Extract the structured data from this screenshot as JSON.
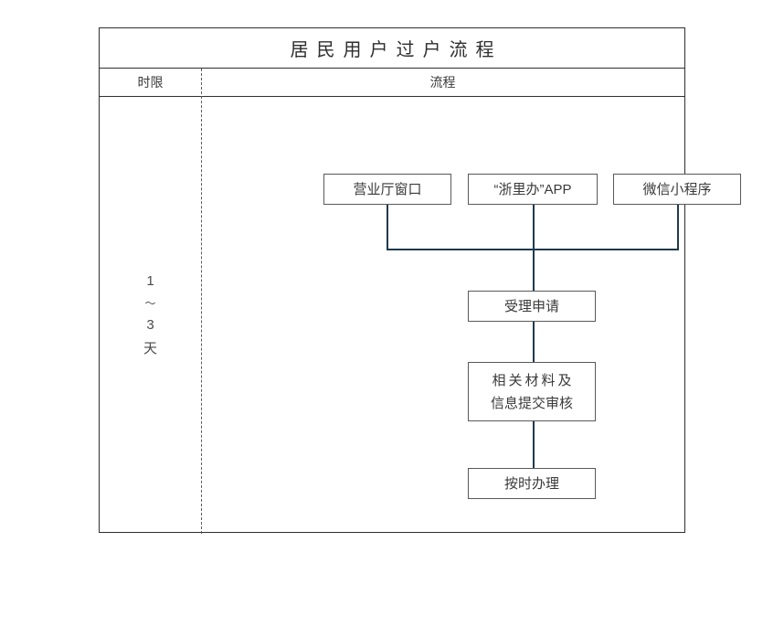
{
  "title": "居民用户过户流程",
  "columns": {
    "limit_header": "时限",
    "process_header": "流程"
  },
  "time_limit": {
    "start": "1",
    "tilde": "～",
    "end": "3",
    "unit": "天"
  },
  "nodes": {
    "hall": "营业厅窗口",
    "app": "“浙里办”APP",
    "miniapp": "微信小程序",
    "accept": "受理申请",
    "materials_line1": "相关材料及",
    "materials_line2": "信息提交审核",
    "handle": "按时办理"
  },
  "colors": {
    "frame": "#2f2f2f",
    "node_border": "#59595c",
    "connector": "#1f3a4d",
    "divider": "#5a5a5a",
    "text": "#3a3a3a",
    "background": "#ffffff"
  }
}
